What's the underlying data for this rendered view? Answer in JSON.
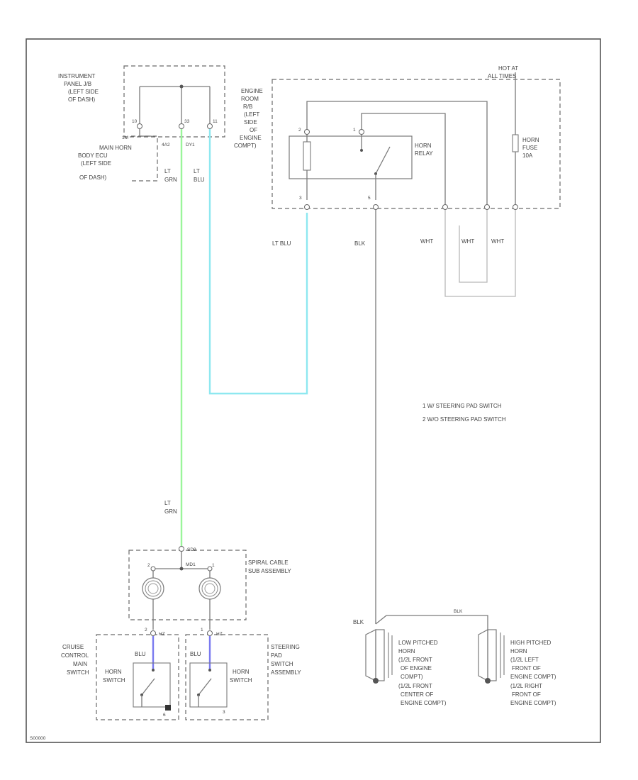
{
  "diagram_code": "S00000",
  "instrument_panel_jb": [
    "INSTRUMENT",
    "PANEL J/B",
    "(LEFT SIDE",
    "OF DASH)"
  ],
  "main_horn": [
    "MAIN HORN",
    "BODY ECU",
    "(LEFT SIDE",
    "OF DASH)"
  ],
  "engine_room": [
    "ENGINE",
    "ROOM",
    "R/B",
    "(LEFT",
    "SIDE",
    "OF",
    "ENGINE",
    "COMPT)"
  ],
  "hot_at": [
    "HOT AT",
    "ALL TIMES"
  ],
  "horn_relay": [
    "HORN",
    "RELAY"
  ],
  "horn_fuse": [
    "HORN",
    "FUSE",
    "10A"
  ],
  "spiral_cable": [
    "SPIRAL CABLE",
    "SUB ASSEMBLY"
  ],
  "cruise_switch": [
    "CRUISE",
    "CONTROL",
    "MAIN",
    "SWITCH"
  ],
  "steering_pad": [
    "STEERING",
    "PAD",
    "SWITCH",
    "ASSEMBLY"
  ],
  "horn_switch": [
    "HORN",
    "SWITCH"
  ],
  "low_horn": [
    "LOW PITCHED",
    "HORN",
    "(1/2L FRONT",
    "OF ENGINE",
    "COMPT)",
    "(1/2L FRONT",
    "CENTER OF",
    "ENGINE COMPT)"
  ],
  "high_horn": [
    "HIGH PITCHED",
    "HORN",
    "(1/2L LEFT",
    "FRONT OF",
    "ENGINE COMPT)",
    "(1/2L RIGHT",
    "FRONT OF",
    "ENGINE COMPT)"
  ],
  "notes": [
    "1  W/ STEERING PAD SWITCH",
    "2  W/O STEERING PAD SWITCH"
  ],
  "wire_colors": {
    "lt_grn": [
      "LT",
      "GRN"
    ],
    "lt_blu": [
      "LT",
      "BLU"
    ],
    "lt_blu_inline": "LT BLU",
    "blk": "BLK",
    "wht": "WHT"
  },
  "connectors": {
    "ip_left": "4A2",
    "ip_right": "DY1",
    "mh": "1M",
    "spiral_top": "SD9",
    "spiral_mid": "MD1",
    "cruise": "HZ",
    "pad": "HZ"
  },
  "pins": {
    "ip_left": "10",
    "ip_mid": "33",
    "ip_right": "11",
    "relay_left": "2",
    "relay_mid": "1",
    "relay_bot_left": "3",
    "relay_bot_mid": "5",
    "spiral_left": "2",
    "spiral_right": "1",
    "cruise": "2",
    "pad": "1",
    "cruise_gnd": "6",
    "pad_gnd": "3"
  },
  "colors": {
    "lt_grn_wire": "#9af59a",
    "lt_blu_wire": "#8ee8f0",
    "blu_wire": "#7a7af0",
    "frame": "#555555"
  }
}
